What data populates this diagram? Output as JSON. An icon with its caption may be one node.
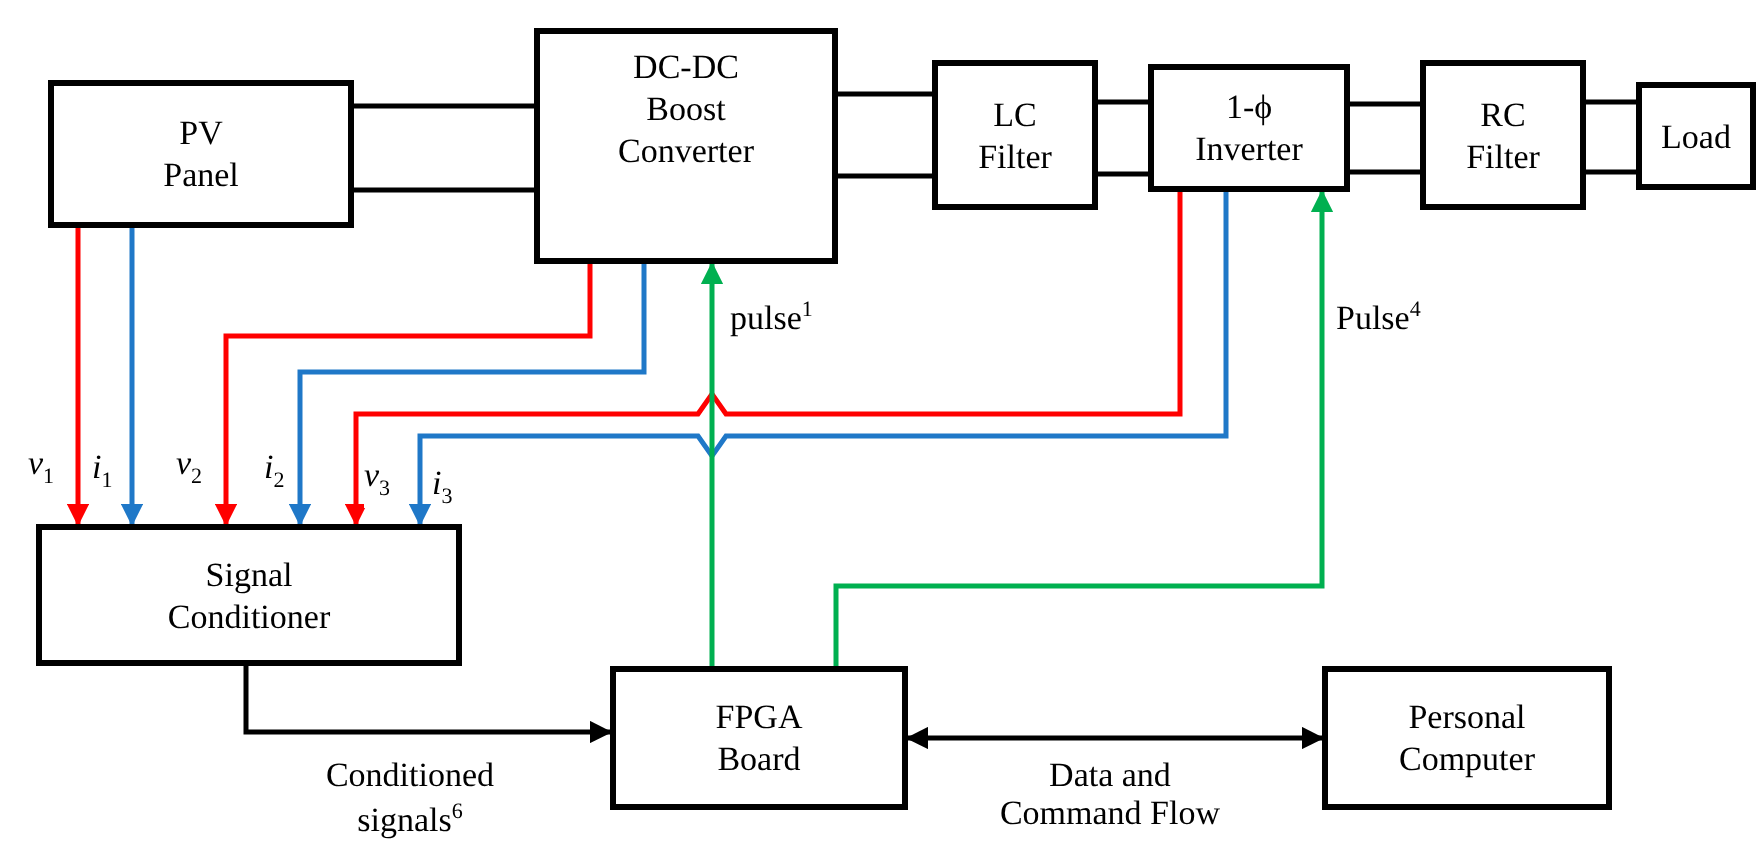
{
  "diagram": {
    "nodes": [
      {
        "text": [
          "PV Panel"
        ]
      },
      {
        "text": [
          "DC-DC Boost Converter"
        ]
      },
      {
        "text": [
          "LC Filter"
        ]
      },
      {
        "text": [
          "1-ϕ Inverter"
        ]
      },
      {
        "text": [
          "RC Filter"
        ]
      },
      {
        "text": [
          "Load"
        ]
      },
      {
        "text": [
          "Signal Conditioner"
        ]
      },
      {
        "text": [
          "FPGA Board"
        ]
      },
      {
        "text": [
          "Personal Computer"
        ]
      }
    ],
    "edges": [
      {
        "from": 0,
        "to": 1,
        "arrow": "none"
      },
      {
        "from": 0,
        "to": 1,
        "arrow": "none"
      },
      {
        "from": 1,
        "to": 2,
        "arrow": "none"
      },
      {
        "from": 1,
        "to": 2,
        "arrow": "none"
      },
      {
        "from": 2,
        "to": 3,
        "arrow": "none"
      },
      {
        "from": 2,
        "to": 3,
        "arrow": "none"
      },
      {
        "from": 3,
        "to": 4,
        "arrow": "none"
      },
      {
        "from": 3,
        "to": 4,
        "arrow": "none"
      },
      {
        "from": 4,
        "to": 5,
        "arrow": "none"
      },
      {
        "from": 4,
        "to": 5,
        "arrow": "none"
      },
      {
        "from": 0,
        "to": 6,
        "arrow": "to",
        "color": "#ff0000",
        "label": "*v*$_{1}$"
      },
      {
        "from": 0,
        "to": 6,
        "arrow": "to",
        "color": "#1f78c8",
        "label": "*i*$_{1}$"
      },
      {
        "from": 1,
        "to": 6,
        "arrow": "to",
        "color": "#ff0000",
        "label": "*v*$_{2}$"
      },
      {
        "from": 1,
        "to": 6,
        "arrow": "to",
        "color": "#1f78c8",
        "label": "*i*$_{2}$"
      },
      {
        "from": 3,
        "to": 6,
        "arrow": "to",
        "color": "#ff0000",
        "label": "*v*$_{3}$"
      },
      {
        "from": 3,
        "to": 6,
        "arrow": "to",
        "color": "#1f78c8",
        "label": "*i*$_{3}$"
      },
      {
        "from": 7,
        "to": 1,
        "arrow": "to",
        "color": "#00b050",
        "label": "pulse$^{1}$"
      },
      {
        "from": 7,
        "to": 3,
        "arrow": "to",
        "color": "#00b050",
        "label": "Pulse$^{4}$"
      },
      {
        "from": 6,
        "to": 7,
        "arrow": "to",
        "label": "Conditioned signals$^{6}$"
      },
      {
        "from": 7,
        "to": 8,
        "arrow": "both",
        "label": "Data and Command Flow"
      }
    ]
  }
}
